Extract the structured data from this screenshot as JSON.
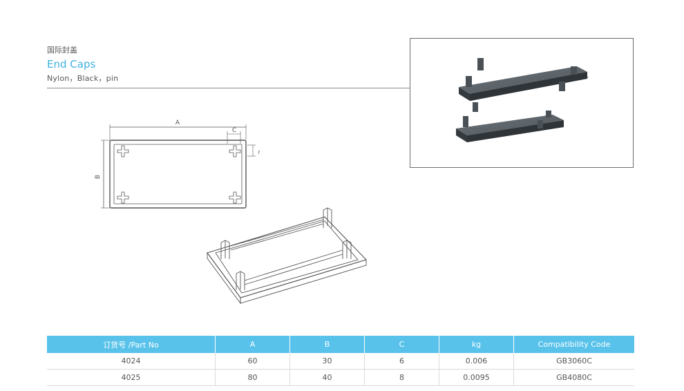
{
  "header": {
    "category_cn": "国际封盖",
    "title": "End Caps",
    "subtitle": "Nylon，Black，pin"
  },
  "drawing": {
    "dim_a": "A",
    "dim_b": "B",
    "dim_c_top": "C",
    "dim_c_side": "C"
  },
  "table": {
    "headers": [
      "订货号 /Part No",
      "A",
      "B",
      "C",
      "kg",
      "Compatibility Code"
    ],
    "rows": [
      [
        "4024",
        "60",
        "30",
        "6",
        "0.006",
        "GB3060C"
      ],
      [
        "4025",
        "80",
        "40",
        "8",
        "0.0095",
        "GB4080C"
      ]
    ]
  },
  "colors": {
    "accent": "#3eb1e0",
    "table_header": "#58c2ea",
    "cap_color": "#5b6268"
  }
}
